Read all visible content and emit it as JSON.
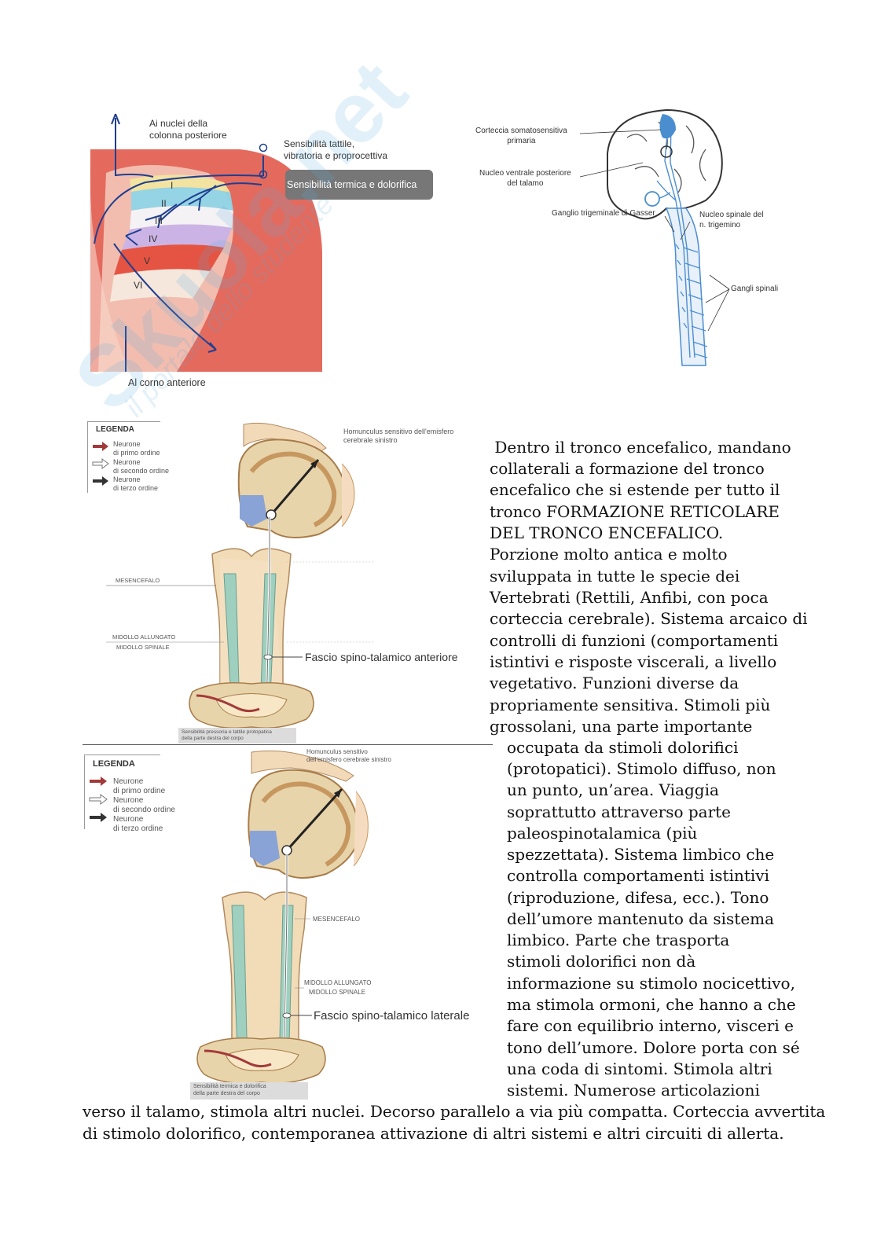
{
  "fig1": {
    "label_top": "Ai nuclei della\ncolonna posteriore",
    "label_tactile": "Sensibilità tattile,\nvibratoria e proprocettiva",
    "label_thermal": "Sensibilità termica e dolorifica",
    "label_bottom": "Al corno anteriore",
    "laminae": [
      "I",
      "II",
      "III",
      "IV",
      "V",
      "VI"
    ]
  },
  "fig2": {
    "label_cortex": "Corteccia somatosensitiva\nprimaria",
    "label_nucleus": "Nucleo ventrale posteriore\ndel talamo",
    "label_ganglion": "Ganglio trigeminale di Gasser",
    "label_spinal_nucleus": "Nucleo spinale del\nn. trigemino",
    "label_ganglia": "Gangli spinali"
  },
  "fig3": {
    "legend_title": "LEGENDA",
    "legend_items": [
      "Neurone\ndi primo ordine",
      "Neurone\ndi secondo ordine",
      "Neurone\ndi terzo ordine"
    ],
    "label_homunculus": "Homunculus sensitivo dell'emisfero\ncerebrale sinistro",
    "label_mesencefalo": "MESENCEFALO",
    "label_midollo_allungato": "MIDOLLO ALLUNGATO",
    "label_midollo_spinale": "MIDOLLO SPINALE",
    "label_fascio": "Fascio spino-talamico anteriore",
    "caption": "Sensibilità pressoria e tattile protopatica\ndella parte destra del corpo"
  },
  "fig4": {
    "legend_title": "LEGENDA",
    "legend_items": [
      "Neurone\ndi primo ordine",
      "Neurone\ndi secondo ordine",
      "Neurone\ndi terzo ordine"
    ],
    "label_homunculus": "Homunculus sensitivo\ndell'emisfero cerebrale sinistro",
    "label_mesencefalo": "MESENCEFALO",
    "label_midollo_allungato": "MIDOLLO ALLUNGATO",
    "label_midollo_spinale": "MIDOLLO SPINALE",
    "label_fascio": "Fascio spino-talamico laterale",
    "caption": "Sensibilità termica e dolorifica\ndella parte destra del corpo"
  },
  "watermark": {
    "line1": "Skuola.net",
    "line2": "il portale dello studente"
  },
  "text": {
    "lines": [
      " Dentro il tronco encefalico, mandano",
      "collaterali a formazione del tronco",
      "encefalico che si estende per tutto il",
      "tronco FORMAZIONE RETICOLARE",
      "DEL TRONCO ENCEFALICO.",
      "Porzione molto antica e molto",
      "sviluppata in tutte le specie dei",
      "Vertebrati (Rettili, Anfibi, con poca",
      "corteccia cerebrale). Sistema arcaico di",
      "controlli di funzioni (comportamenti",
      "istintivi e risposte viscerali, a livello",
      "vegetativo. Funzioni diverse da",
      "propriamente sensitiva. Stimoli più",
      "grossolani, una parte importante",
      "occupata da stimoli dolorifici",
      "(protopatici). Stimolo diffuso, non",
      "un punto, un’area. Viaggia",
      "soprattutto attraverso parte",
      "paleospinotalamica (più",
      "spezzettata). Sistema limbico che",
      "controlla comportamenti istintivi",
      "(riproduzione, difesa, ecc.). Tono",
      "dell’umore mantenuto da sistema",
      "limbico. Parte che trasporta",
      "stimoli dolorifici non dà",
      "informazione su stimolo nocicettivo,",
      "ma stimola ormoni, che hanno a che",
      "fare con equilibrio interno, visceri e",
      "tono dell’umore. Dolore porta con sé",
      "una coda di sintomi. Stimola altri",
      "sistemi. Numerose articolazioni",
      "verso il talamo, stimola altri nuclei. Decorso parallelo a via più compatta. Corteccia avvertita",
      "di stimolo dolorifico, contemporanea attivazione di altri sistemi e altri circuiti di allerta."
    ]
  },
  "colors": {
    "gray_matter_red": "#e05a50",
    "pathway_blue": "#1f3f8f",
    "label_box_gray": "#7a7a7a",
    "nerve_blue": "#4a8ed0",
    "spinal_cream": "#f2dcb8",
    "tract_green": "#9fcfbf"
  }
}
